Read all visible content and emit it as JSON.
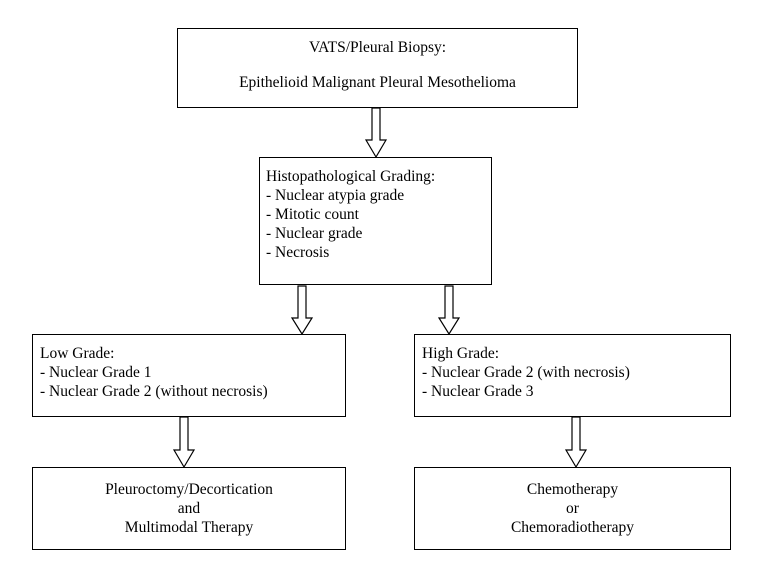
{
  "top_box": {
    "line1": "VATS/Pleural Biopsy:",
    "line2": "Epithelioid Malignant Pleural Mesothelioma"
  },
  "grading_box": {
    "title": "Histopathological Grading:",
    "items": [
      "- Nuclear atypia grade",
      "- Mitotic count",
      "- Nuclear grade",
      "- Necrosis"
    ]
  },
  "low_grade_box": {
    "title": "Low Grade:",
    "items": [
      "- Nuclear Grade 1",
      "- Nuclear Grade 2 (without necrosis)"
    ]
  },
  "high_grade_box": {
    "title": "High Grade:",
    "items": [
      "- Nuclear Grade 2 (with necrosis)",
      "- Nuclear Grade 3"
    ]
  },
  "low_treatment_box": {
    "lines": [
      "Pleuroctomy/Decortication",
      "and",
      "Multimodal Therapy"
    ]
  },
  "high_treatment_box": {
    "lines": [
      "Chemotherapy",
      "or",
      "Chemoradiotherapy"
    ]
  }
}
